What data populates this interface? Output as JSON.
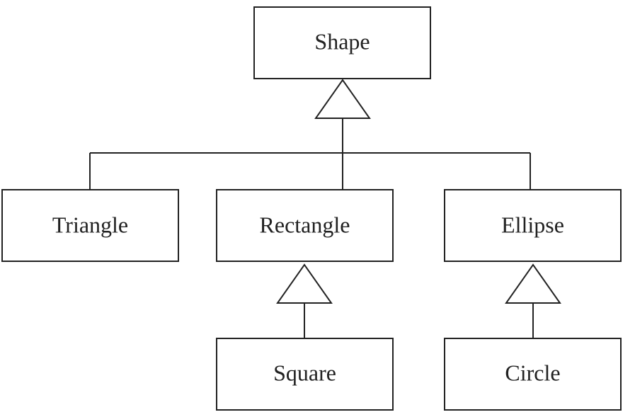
{
  "diagram": {
    "type": "class-inheritance-hierarchy",
    "colors": {
      "line": "#222222",
      "box_fill": "#ffffff",
      "text": "#222222"
    },
    "nodes": {
      "shape": "Shape",
      "triangle": "Triangle",
      "rectangle": "Rectangle",
      "ellipse": "Ellipse",
      "square": "Square",
      "circle": "Circle"
    },
    "relations": [
      {
        "child": "Triangle",
        "parent": "Shape"
      },
      {
        "child": "Rectangle",
        "parent": "Shape"
      },
      {
        "child": "Ellipse",
        "parent": "Shape"
      },
      {
        "child": "Square",
        "parent": "Rectangle"
      },
      {
        "child": "Circle",
        "parent": "Ellipse"
      }
    ]
  }
}
